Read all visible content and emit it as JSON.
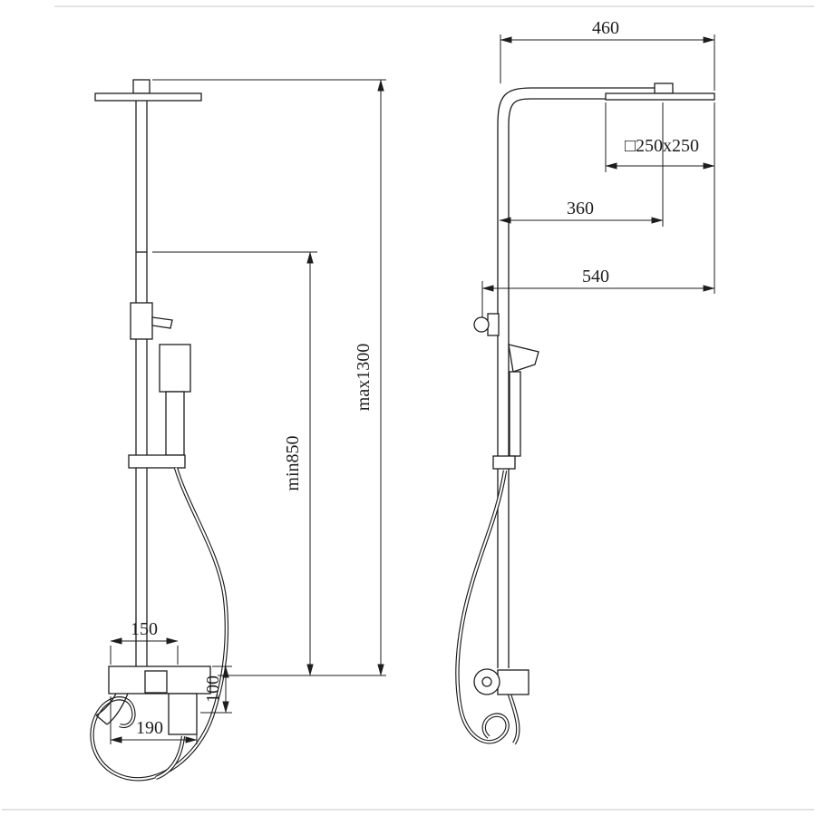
{
  "drawing": {
    "background": "#ffffff",
    "line_color": "#1d1d1d",
    "front_view": {
      "dim_max_height": "max1300",
      "dim_min_height": "min850",
      "dim_valve_width": "150",
      "dim_valve_height": "100",
      "dim_valve_reach": "190"
    },
    "side_view": {
      "dim_arm_span": "460",
      "dim_head_size": "□250x250",
      "dim_head_center": "360",
      "dim_overall_depth": "540"
    }
  }
}
